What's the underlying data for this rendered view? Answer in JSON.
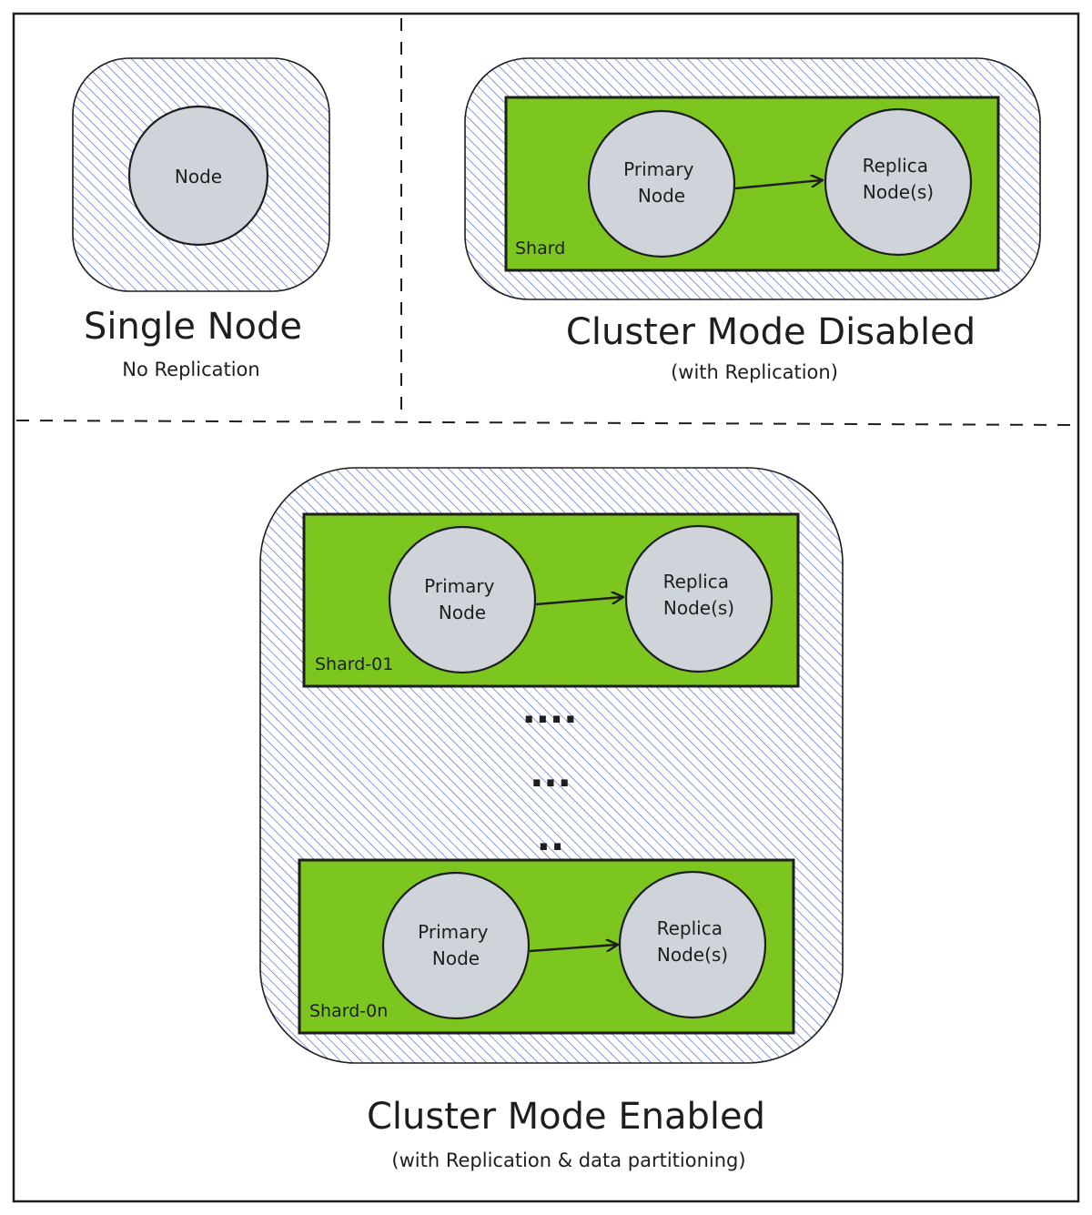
{
  "colors": {
    "hatch": "#4a5fd0",
    "shard_fill": "#7cc61f",
    "node_fill": "#ced4da",
    "stroke": "#1e1e1e",
    "background": "#ffffff"
  },
  "single_node": {
    "node": {
      "line1": "Node"
    },
    "title": "Single Node",
    "subtitle": "No Replication"
  },
  "cluster_disabled": {
    "shard_label": "Shard",
    "primary": {
      "line1": "Primary",
      "line2": "Node"
    },
    "replica": {
      "line1": "Replica",
      "line2": "Node(s)"
    },
    "title": "Cluster Mode Disabled",
    "subtitle": "(with Replication)"
  },
  "cluster_enabled": {
    "shards": [
      {
        "label": "Shard-01",
        "primary": {
          "line1": "Primary",
          "line2": "Node"
        },
        "replica": {
          "line1": "Replica",
          "line2": "Node(s)"
        }
      },
      {
        "label": "Shard-0n",
        "primary": {
          "line1": "Primary",
          "line2": "Node"
        },
        "replica": {
          "line1": "Replica",
          "line2": "Node(s)"
        }
      }
    ],
    "ellipsis": [
      "....",
      "...",
      ".."
    ],
    "title": "Cluster Mode Enabled",
    "subtitle": "(with Replication & data partitioning)"
  }
}
